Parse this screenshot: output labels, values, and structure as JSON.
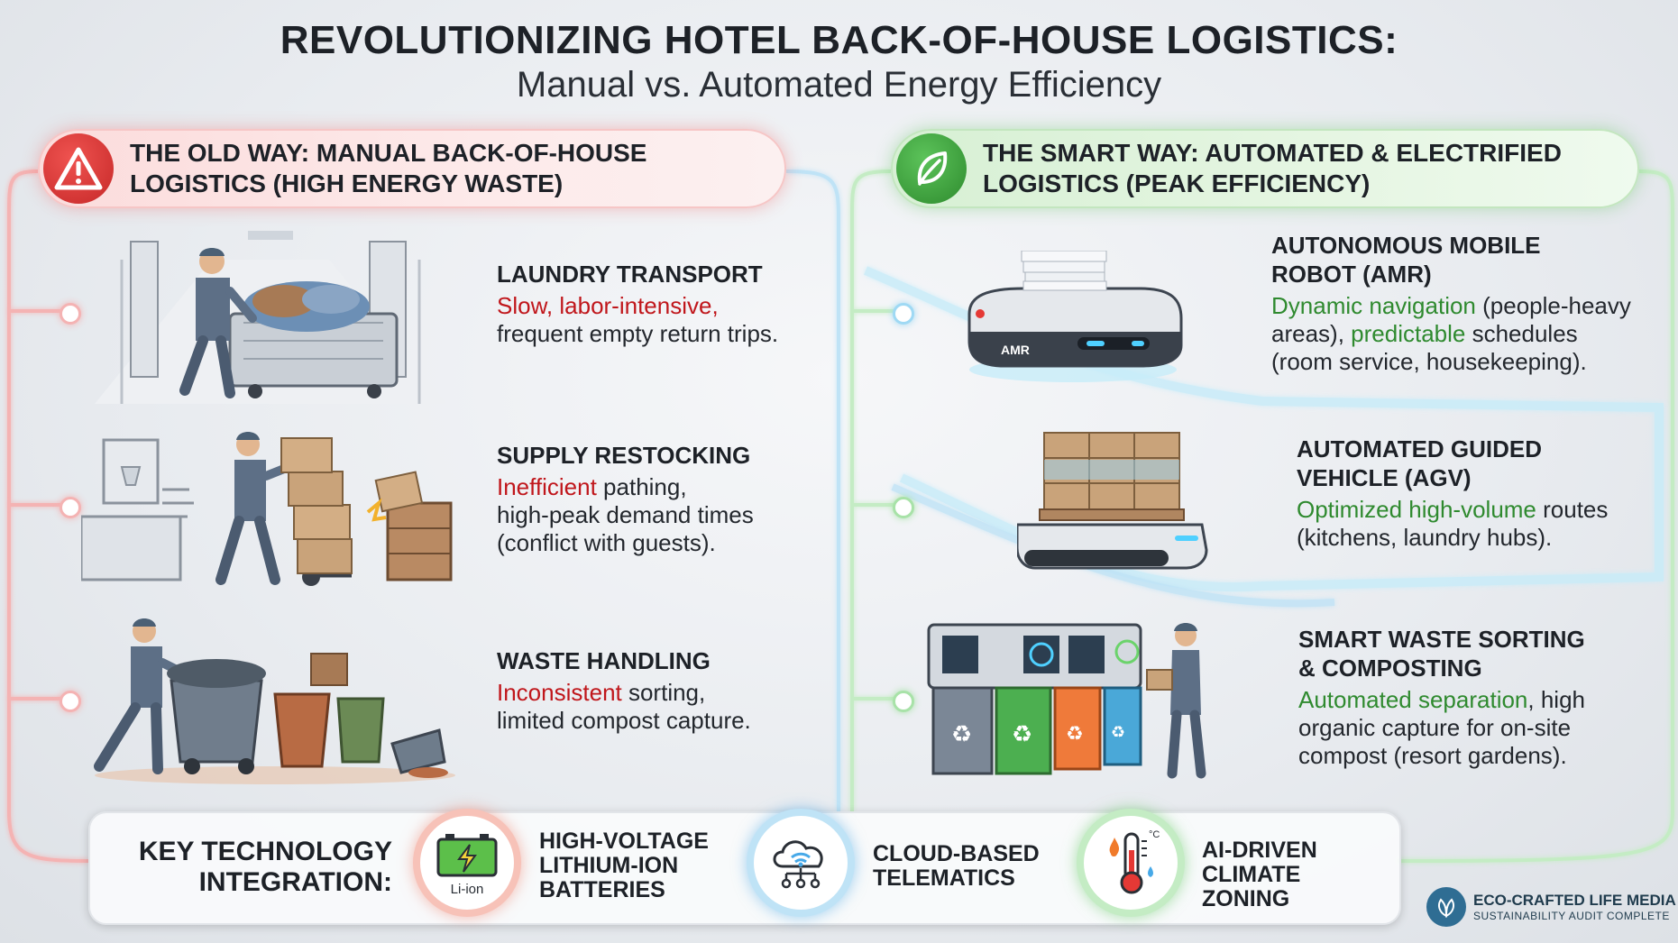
{
  "header": {
    "title": "REVOLUTIONIZING HOTEL BACK-OF-HOUSE LOGISTICS:",
    "subtitle": "Manual vs. Automated Energy Efficiency"
  },
  "old_way": {
    "banner_line1": "THE OLD WAY: MANUAL BACK-OF-HOUSE",
    "banner_line2": "LOGISTICS (HIGH ENERGY WASTE)",
    "items": [
      {
        "title": "LAUNDRY TRANSPORT",
        "highlight": "Slow, labor-intensive,",
        "rest": "",
        "line2": "frequent empty return trips."
      },
      {
        "title": "SUPPLY RESTOCKING",
        "highlight": "Inefficient",
        "rest": " pathing,",
        "line2": "high-peak demand times",
        "line3": "(conflict with guests)."
      },
      {
        "title": "WASTE HANDLING",
        "highlight": "Inconsistent",
        "rest": " sorting,",
        "line2": "limited compost capture."
      }
    ]
  },
  "smart_way": {
    "banner_line1": "THE SMART WAY: AUTOMATED & ELECTRIFIED",
    "banner_line2": "LOGISTICS (PEAK EFFICIENCY)",
    "items": [
      {
        "title1": "AUTONOMOUS MOBILE",
        "title2": "ROBOT (AMR)",
        "hl1": "Dynamic navigation",
        "t1": " (people-heavy",
        "t2": "areas), ",
        "hl2": "predictable",
        "t3": " schedules",
        "t4": "(room service, housekeeping)."
      },
      {
        "title1": "AUTOMATED GUIDED",
        "title2": "VEHICLE (AGV)",
        "hl1": "Optimized high-volume",
        "t1": " routes",
        "t2": "(kitchens, laundry hubs)."
      },
      {
        "title1": "SMART WASTE SORTING",
        "title2": "& COMPOSTING",
        "hl1": "Automated separation",
        "t1": ", high",
        "t2": "organic capture for on-site",
        "t3": "compost (resort gardens)."
      }
    ],
    "amr_label": "AMR"
  },
  "key_tech": {
    "label_line1": "KEY TECHNOLOGY",
    "label_line2": "INTEGRATION:",
    "techs": [
      {
        "line1": "HIGH-VOLTAGE",
        "line2": "LITHIUM-ION",
        "line3": "BATTERIES",
        "icon": "battery-icon",
        "icon_text": "Li-ion"
      },
      {
        "line1": "CLOUD-BASED",
        "line2": "TELEMATICS",
        "icon": "cloud-icon"
      },
      {
        "line1": "AI-DRIVEN",
        "line2": "CLIMATE",
        "line3": "ZONING",
        "icon": "thermometer-icon",
        "icon_text": "°C"
      }
    ]
  },
  "footer": {
    "name": "ECO-CRAFTED LIFE MEDIA",
    "sub": "SUSTAINABILITY AUDIT COMPLETE"
  },
  "colors": {
    "old_accent": "#c0161b",
    "smart_accent": "#2f8a2f",
    "tech_blue": "#47a9e8"
  }
}
